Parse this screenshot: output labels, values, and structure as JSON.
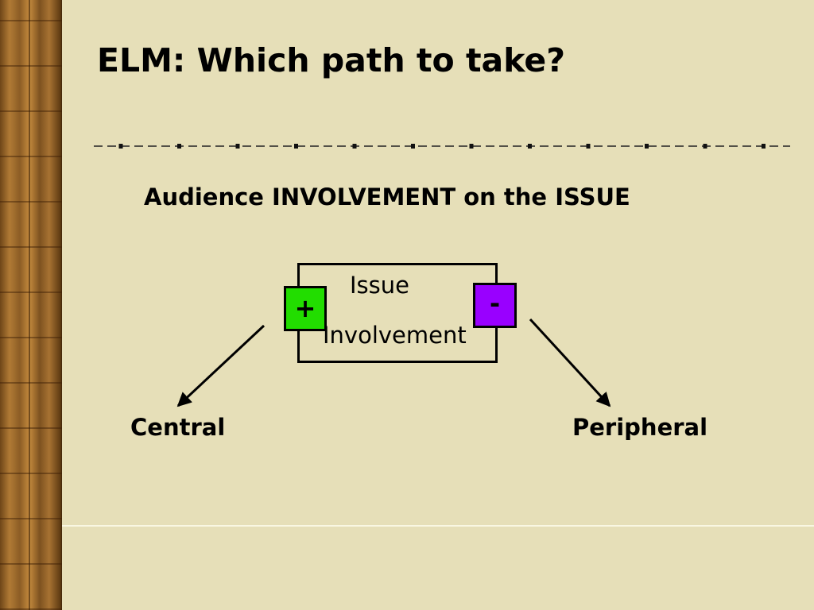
{
  "slide": {
    "title": "ELM:  Which path to take?",
    "subtitle": "Audience INVOLVEMENT on the ISSUE"
  },
  "diagram": {
    "box_line1": "Issue",
    "box_line2": "Involvement",
    "plus_symbol": "+",
    "minus_symbol": "-",
    "plus_color": "#22dd00",
    "minus_color": "#9900ff",
    "left_route": "Central",
    "right_route": "Peripheral"
  },
  "colors": {
    "background": "#e6dfb8",
    "sidebar": "#9a6a2c",
    "text": "#000000"
  }
}
